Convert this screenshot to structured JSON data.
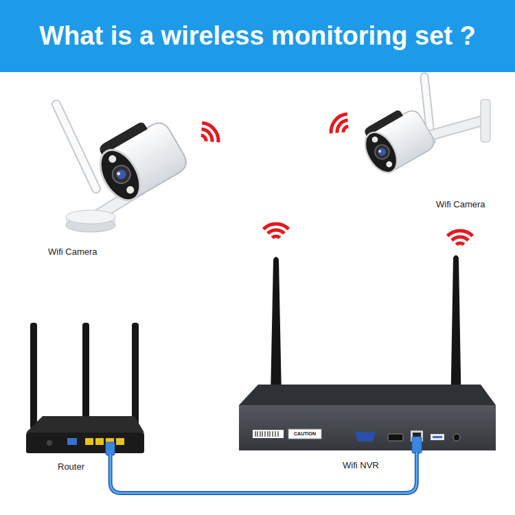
{
  "diagram": {
    "title": "What is a wireless monitoring set ?",
    "nodes": [
      {
        "text": [
          "Wifi Camera"
        ]
      },
      {
        "text": [
          "Wifi Camera"
        ]
      },
      {
        "text": [
          "Router"
        ]
      },
      {
        "text": [
          "Wifi NVR"
        ]
      }
    ],
    "edges": [
      {
        "from": 2,
        "to": 3,
        "arrow": "none"
      }
    ],
    "labels": [
      "CAUTION"
    ]
  }
}
